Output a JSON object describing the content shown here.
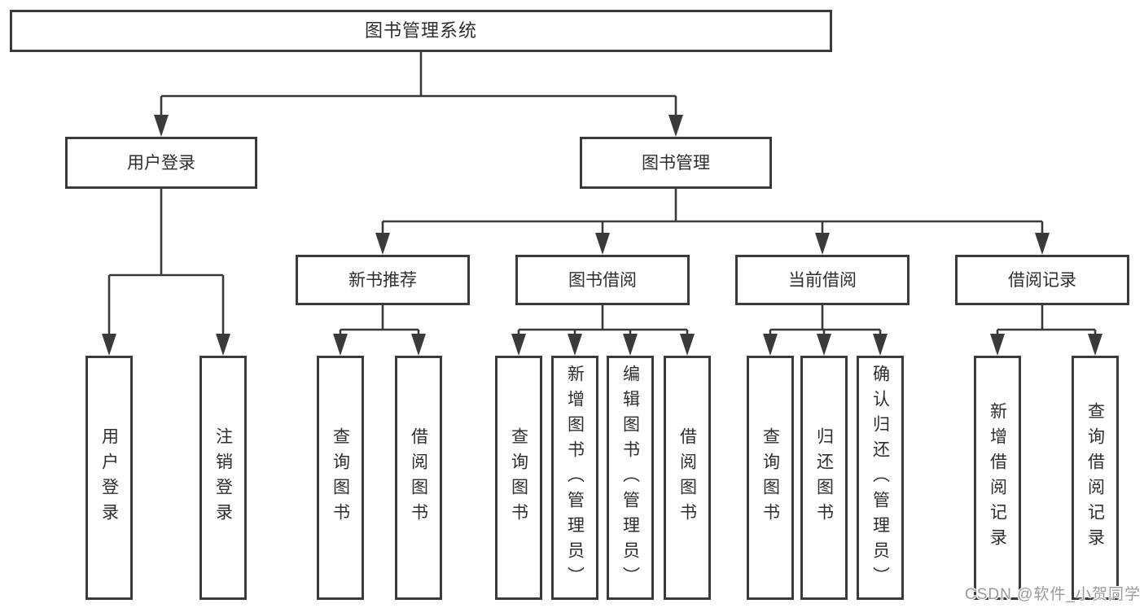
{
  "colors": {
    "line": "#3a3a3a",
    "text": "#2e2e2e",
    "watermark": "#9a9a9a",
    "background": "#ffffff"
  },
  "watermark": "CSDN @软件_小贺同学",
  "tree": {
    "label": "图书管理系统",
    "children": [
      {
        "label": "用户登录",
        "children": [
          {
            "label": "用户登录"
          },
          {
            "label": "注销登录"
          }
        ]
      },
      {
        "label": "图书管理",
        "children": [
          {
            "label": "新书推荐",
            "children": [
              {
                "label": "查询图书"
              },
              {
                "label": "借阅图书"
              }
            ]
          },
          {
            "label": "图书借阅",
            "children": [
              {
                "label": "查询图书"
              },
              {
                "label": "新增图书（管理员）"
              },
              {
                "label": "编辑图书（管理员）"
              },
              {
                "label": "借阅图书"
              }
            ]
          },
          {
            "label": "当前借阅",
            "children": [
              {
                "label": "查询图书"
              },
              {
                "label": "归还图书"
              },
              {
                "label": "确认归还（管理员）"
              }
            ]
          },
          {
            "label": "借阅记录",
            "children": [
              {
                "label": "新增借阅记录"
              },
              {
                "label": "查询借阅记录"
              }
            ]
          }
        ]
      }
    ]
  }
}
